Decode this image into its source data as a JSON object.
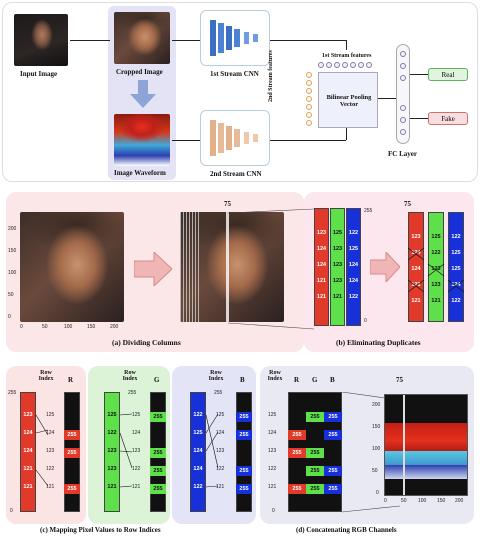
{
  "top": {
    "input_label": "Input Image",
    "cropped_label": "Cropped Image",
    "waveform_label": "Image Waveform",
    "stream1_label": "1st Stream CNN",
    "stream2_label": "2nd Stream CNN",
    "stream1_features": "1st Stream features",
    "stream2_features": "2nd Stream features",
    "bilinear_label": "Bilinear Pooling Vector",
    "fc_label": "FC Layer",
    "real_label": "Real",
    "fake_label": "Fake",
    "vec_one": "1"
  },
  "panel_a": {
    "caption": "(a) Dividing Columns",
    "y_ticks": [
      "200",
      "150",
      "100",
      "50",
      "0"
    ],
    "x_ticks": [
      "0",
      "50",
      "100",
      "150",
      "200"
    ]
  },
  "panel_b": {
    "caption": "(b) Eliminating Duplicates",
    "col_marker": "75",
    "scale_top": "255",
    "scale_bottom": "0",
    "left_red": [
      "123",
      "124",
      "124",
      "121",
      "121"
    ],
    "left_green": [
      "125",
      "123",
      "123",
      "123",
      "121"
    ],
    "left_blue": [
      "122",
      "125",
      "124",
      "124",
      "122"
    ],
    "right_red": [
      "123",
      "124",
      "124",
      "121",
      "121"
    ],
    "right_green": [
      "125",
      "122",
      "123",
      "123",
      "121"
    ],
    "right_blue": [
      "122",
      "125",
      "125",
      "124",
      "122"
    ]
  },
  "panel_c": {
    "caption": "(c) Mapping Pixel Values to Row Indices",
    "row_index_label": "Row Index",
    "r_label": "R",
    "g_label": "G",
    "b_label": "B",
    "scale_top": "255",
    "scale_bottom": "0",
    "red_vals": [
      "123",
      "124",
      "124",
      "121",
      "121"
    ],
    "red_idx": [
      "125",
      "124",
      "123",
      "122",
      "121"
    ],
    "green_vals": [
      "125",
      "122",
      "123",
      "123",
      "121"
    ],
    "green_idx": [
      "125",
      "124",
      "123",
      "122",
      "121"
    ],
    "blue_vals": [
      "122",
      "125",
      "124",
      "124",
      "122"
    ],
    "blue_idx": [
      "125",
      "124",
      "123",
      "122",
      "121"
    ],
    "mapped": "255"
  },
  "panel_d": {
    "caption": "(d) Concatenating RGB Channels",
    "row_index_label": "Row Index",
    "r_label": "R",
    "g_label": "G",
    "b_label": "B",
    "col_marker": "75",
    "idx": [
      "125",
      "124",
      "123",
      "122",
      "121"
    ],
    "mapped": "255",
    "y_ticks": [
      "200",
      "150",
      "100",
      "50",
      "0"
    ],
    "x_ticks": [
      "0",
      "50",
      "100",
      "150",
      "200"
    ],
    "scale_bottom": "0"
  },
  "colors": {
    "panel_pink": "#fbe7e7",
    "panel_green": "#dcf3d8",
    "panel_blue": "#e4e4f7",
    "panel_lav": "#e7e8f6",
    "real_green": "#dff5df",
    "fake_pink": "#f8dede"
  }
}
